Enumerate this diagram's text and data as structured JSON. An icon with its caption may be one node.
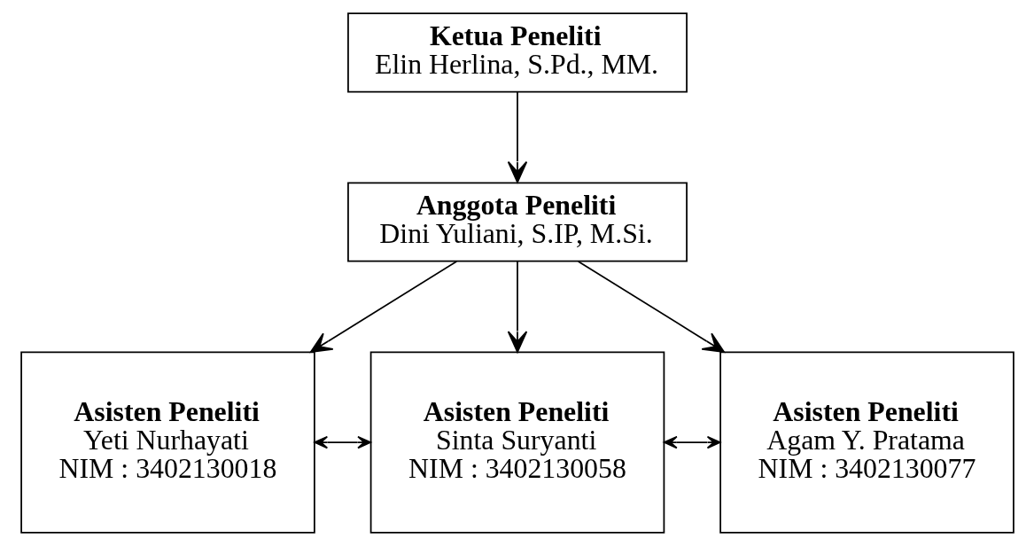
{
  "diagram": {
    "nodes": [
      {
        "text": [
          "Ketua Peneliti",
          "Elin Herlina, S.Pd., MM."
        ]
      },
      {
        "text": [
          "Anggota Peneliti",
          "Dini Yuliani, S.IP, M.Si."
        ]
      },
      {
        "text": [
          "Asisten Peneliti",
          "Yeti Nurhayati",
          "NIM : 3402130018"
        ]
      },
      {
        "text": [
          "Asisten Peneliti",
          "Sinta Suryanti",
          "NIM : 3402130058"
        ]
      },
      {
        "text": [
          "Asisten Peneliti",
          "Agam Y. Pratama",
          "NIM : 3402130077"
        ]
      }
    ],
    "edges": [
      {
        "from": 0,
        "to": 1,
        "arrow": "to"
      },
      {
        "from": 1,
        "to": 2,
        "arrow": "to"
      },
      {
        "from": 1,
        "to": 3,
        "arrow": "to"
      },
      {
        "from": 1,
        "to": 4,
        "arrow": "to"
      },
      {
        "from": 2,
        "to": 3,
        "arrow": "both"
      },
      {
        "from": 3,
        "to": 4,
        "arrow": "both"
      }
    ]
  }
}
